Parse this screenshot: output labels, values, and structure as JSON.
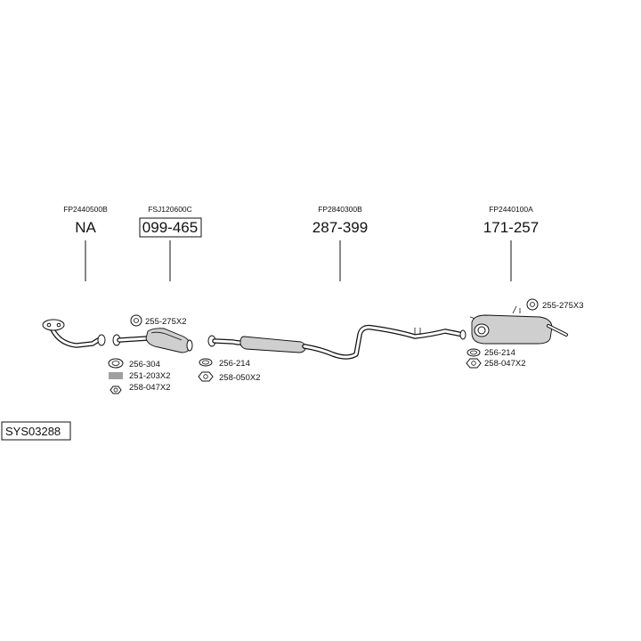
{
  "parts": [
    {
      "code": "FP2440500B",
      "number": "NA",
      "boxed": false
    },
    {
      "code": "FSJ120600C",
      "number": "099-465",
      "boxed": true
    },
    {
      "code": "FP2840300B",
      "number": "287-399",
      "boxed": false
    },
    {
      "code": "FP2440100A",
      "number": "171-257",
      "boxed": false
    }
  ],
  "hardware": {
    "front_hanger": "255-275X2",
    "front_gasket": "256-304",
    "front_spring": "251-203X2",
    "front_nut": "258-047X2",
    "mid_gasket": "256-214",
    "mid_nut": "258-050X2",
    "rear_hanger": "255-275X3",
    "rear_gasket": "256-214",
    "rear_nut": "258-047X2"
  },
  "system_id": "SYS03288"
}
